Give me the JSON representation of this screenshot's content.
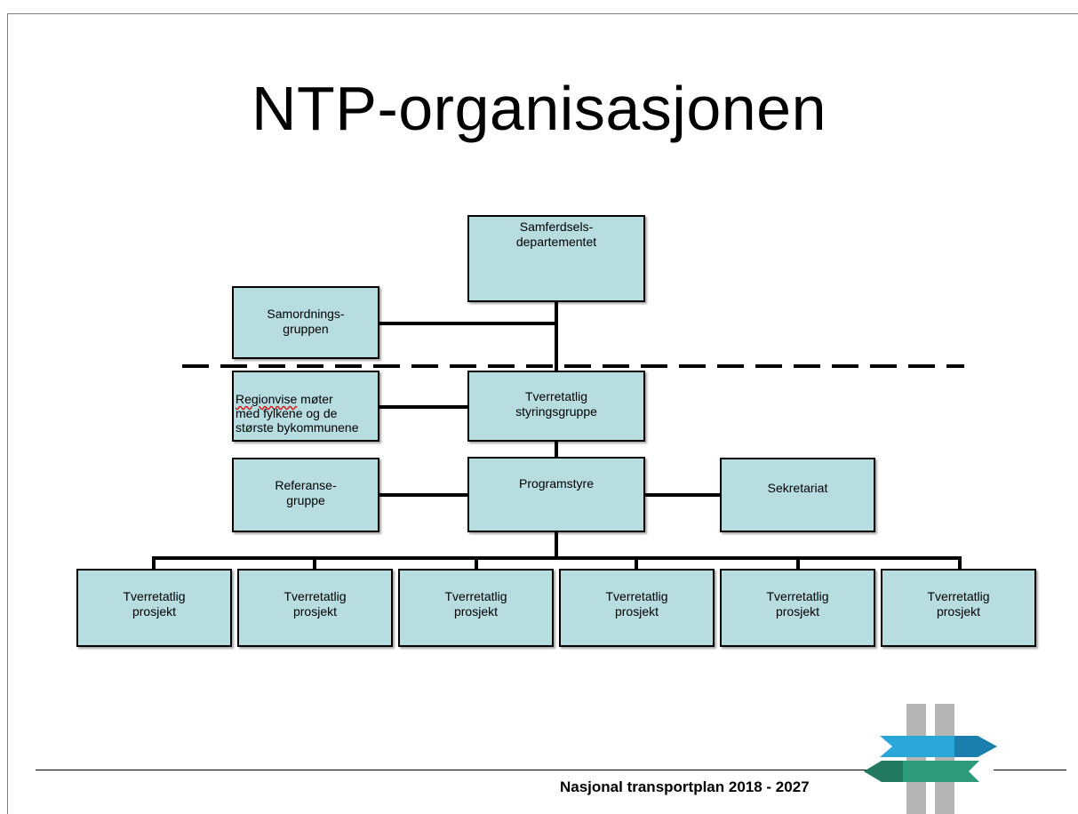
{
  "slide": {
    "title": "NTP-organisasjonen",
    "footer": "Nasjonal transportplan 2018 - 2027"
  },
  "org": {
    "samferdsel": "Samferdsels-\ndepartementet",
    "samordning": "Samordnings-\ngruppen",
    "regionvise_word": "Regionvise",
    "regionvise_rest": " møter\nmed fylkene og de\nstørste bykommunene",
    "styringsgruppe": "Tverretatlig\nstyringsgruppe",
    "referanse": "Referanse-\ngruppe",
    "programstyre": "Programstyre",
    "sekretariat": "Sekretariat",
    "prosjekter": [
      "Tverretatlig\nprosjekt",
      "Tverretatlig\nprosjekt",
      "Tverretatlig\nprosjekt",
      "Tverretatlig\nprosjekt",
      "Tverretatlig\nprosjekt",
      "Tverretatlig\nprosjekt"
    ]
  },
  "colors": {
    "box_fill": "#b8dde0",
    "logo_blue": "#2aa7d8",
    "logo_green": "#2f9a7a",
    "logo_grey": "#b5b5b5"
  },
  "logo": {
    "icon": "ntp-logo-icon"
  }
}
